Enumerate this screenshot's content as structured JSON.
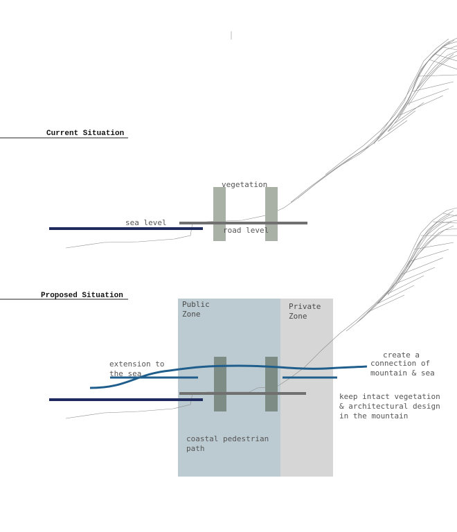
{
  "titles": {
    "current": "Current Situation",
    "proposed": "Proposed Situation"
  },
  "labels": {
    "vegetation": "vegetation",
    "sea_level": "sea level",
    "road_level": "road level",
    "public_zone": [
      "Public",
      "Zone"
    ],
    "private_zone": [
      "Private",
      "Zone"
    ],
    "extension": [
      "extension to",
      "the sea"
    ],
    "connection": [
      "create a",
      "connection of",
      "mountain & sea"
    ],
    "keep_intact": [
      "keep intact vegetation",
      "& architectural design",
      "in the mountain"
    ],
    "coastal_path": [
      "coastal pedestrian",
      "path"
    ]
  },
  "colors": {
    "sea_line": "#1f2a5e",
    "road_line": "#707070",
    "vegetation_current": "#a9b1a6",
    "vegetation_proposed": "#7d8c85",
    "connection_curve": "#1f5e8c",
    "public_zone": "#bccbd2",
    "private_zone": "#d6d6d6",
    "terrain": "#8a8a8a"
  }
}
